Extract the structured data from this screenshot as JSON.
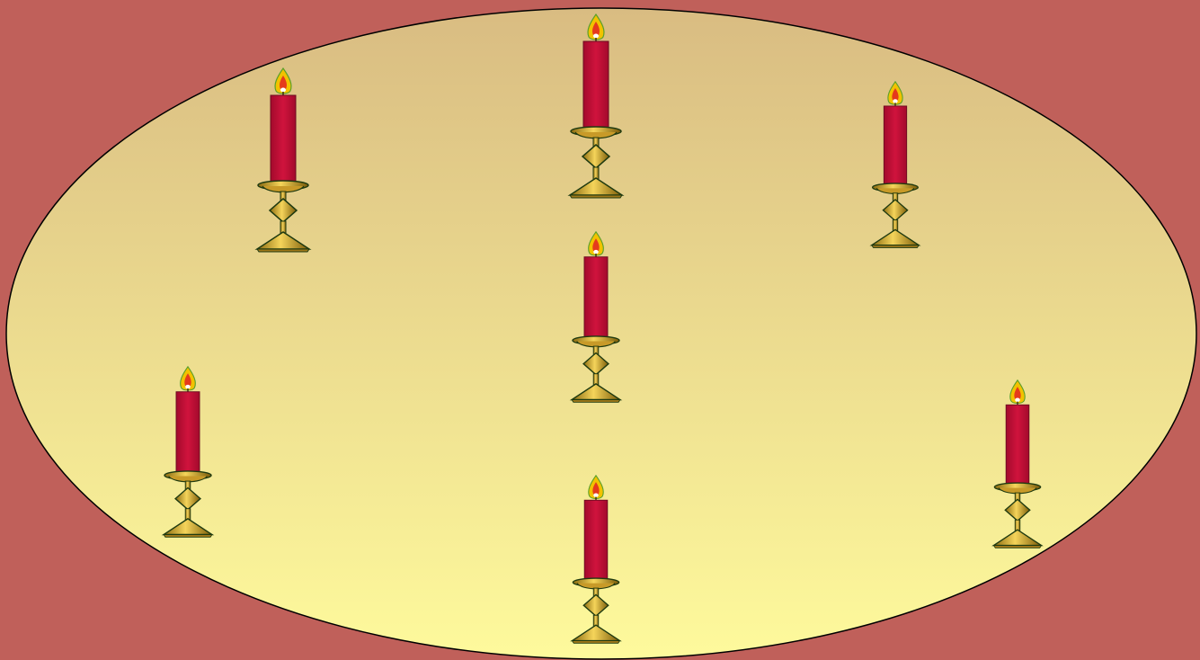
{
  "scene": {
    "background_color": "#c0605a",
    "table_gradient_top": "#d9bc82",
    "table_gradient_bottom": "#fefa9c",
    "table_outline": "#000000",
    "candle_wax_color": "#d0133d",
    "candle_holder_color": "#e0b430",
    "flame_outer_color": "#f2c200",
    "flame_inner_color": "#e53a1c",
    "candle_count": 7
  },
  "candles": [
    {
      "id": "top-center",
      "icon": "candle-icon"
    },
    {
      "id": "upper-left",
      "icon": "candle-icon"
    },
    {
      "id": "upper-right",
      "icon": "candle-icon"
    },
    {
      "id": "center",
      "icon": "candle-icon"
    },
    {
      "id": "lower-left",
      "icon": "candle-icon"
    },
    {
      "id": "lower-right",
      "icon": "candle-icon"
    },
    {
      "id": "bottom-center",
      "icon": "candle-icon"
    }
  ]
}
